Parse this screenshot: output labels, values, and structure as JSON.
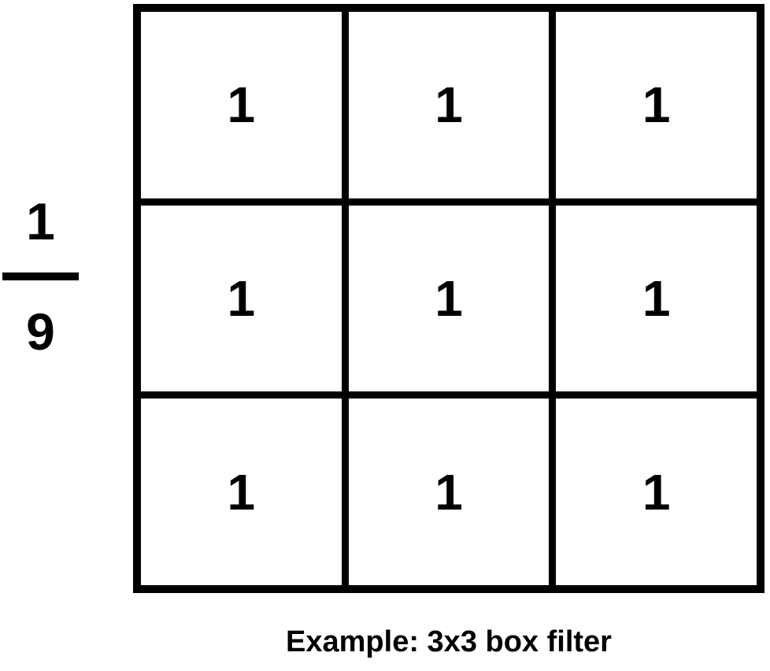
{
  "colors": {
    "foreground": "#000000",
    "background": "#ffffff"
  },
  "fraction": {
    "numerator": "1",
    "denominator": "9"
  },
  "grid": {
    "rows": 3,
    "cols": 3,
    "cells": [
      [
        "1",
        "1",
        "1"
      ],
      [
        "1",
        "1",
        "1"
      ],
      [
        "1",
        "1",
        "1"
      ]
    ]
  },
  "caption": {
    "text": "Example: 3x3 box filter"
  }
}
